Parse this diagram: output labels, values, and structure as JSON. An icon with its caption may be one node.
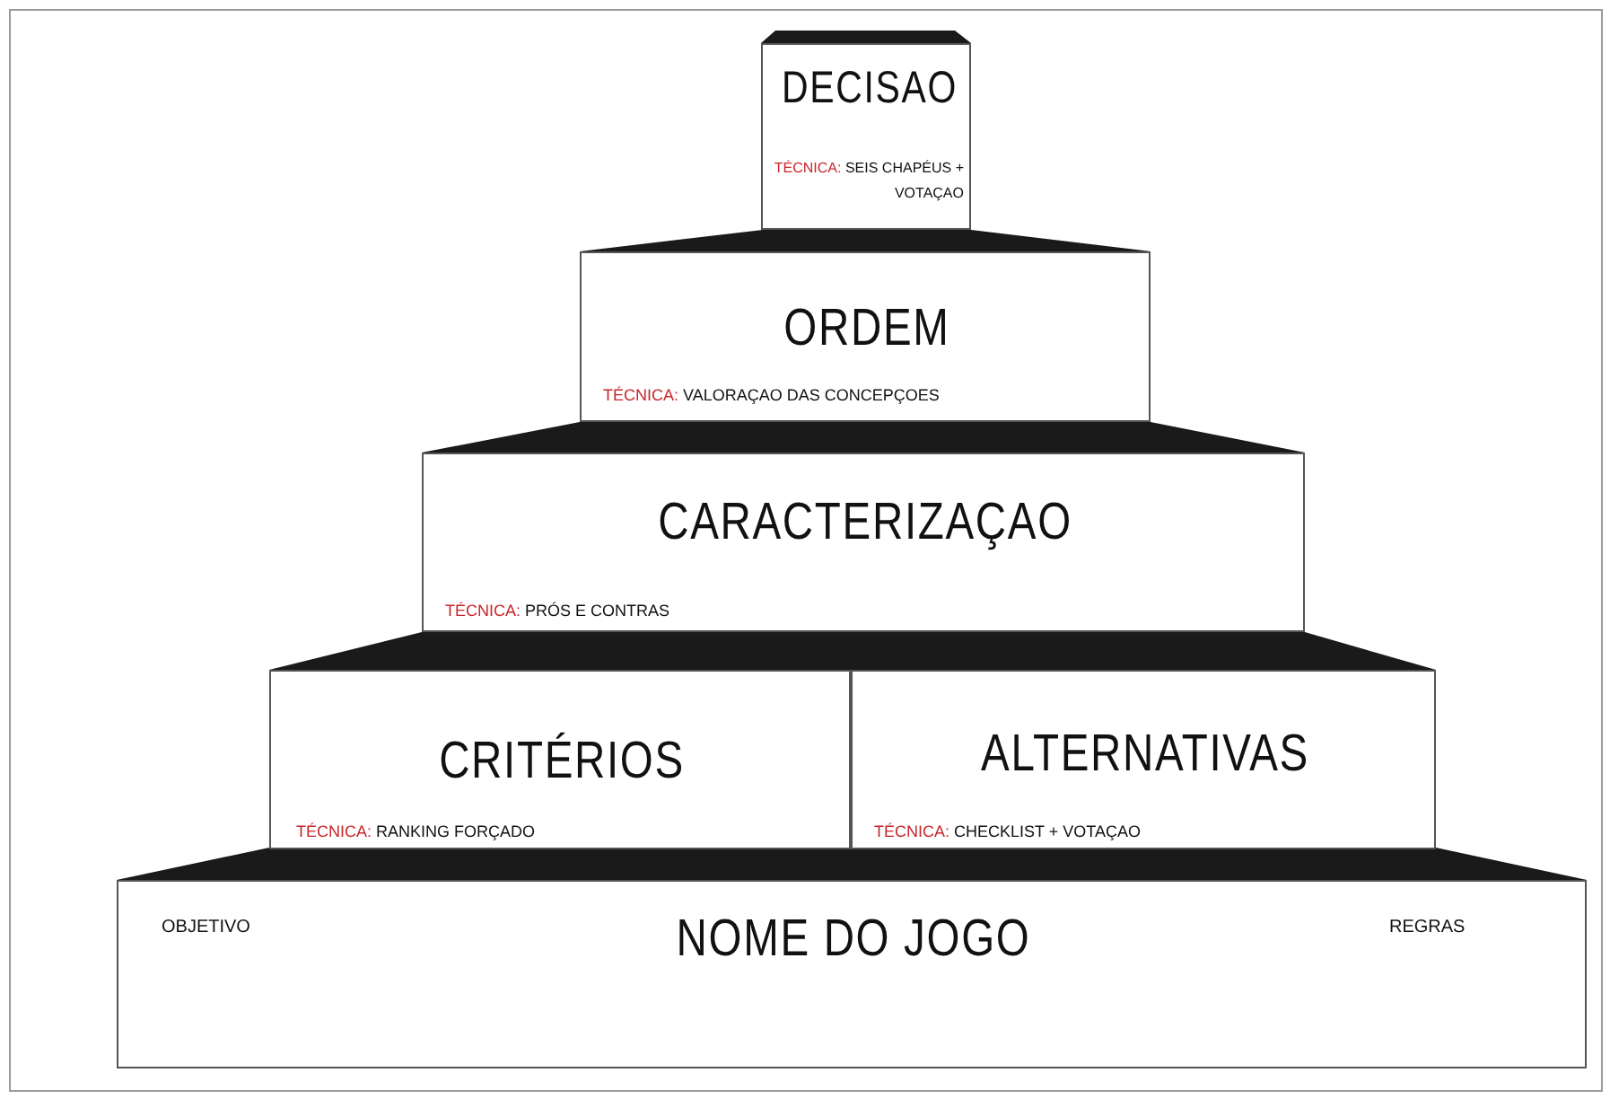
{
  "diagram": {
    "nodes": [
      {
        "text": [
          "DECISAO",
          "TÉCNICA: SEIS CHAPÉUS + VOTAÇAO"
        ]
      },
      {
        "text": [
          "ORDEM",
          "TÉCNICA: VALORAÇAO DAS CONCEPÇOES"
        ]
      },
      {
        "text": [
          "CARACTERIZAÇAO",
          "TÉCNICA: PRÓS E CONTRAS"
        ]
      },
      {
        "text": [
          "CRITÉRIOS",
          "TÉCNICA: RANKING FORÇADO"
        ]
      },
      {
        "text": [
          "ALTERNATIVAS",
          "TÉCNICA: CHECKLIST + VOTAÇAO"
        ]
      },
      {
        "text": [
          "OBJETIVO",
          "NOME DO JOGO",
          "REGRAS"
        ]
      }
    ]
  }
}
